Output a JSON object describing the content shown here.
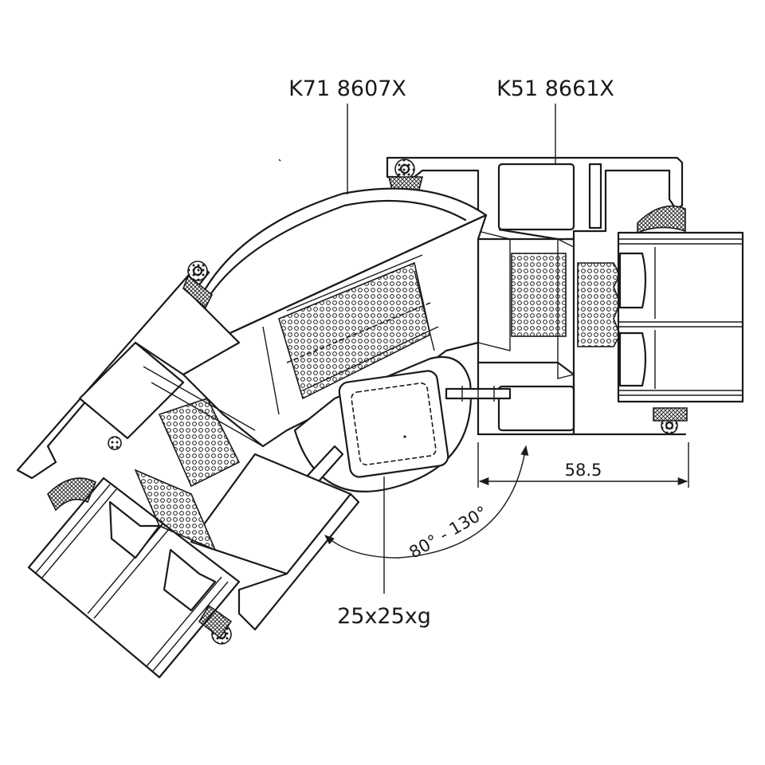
{
  "labels": {
    "profile_left": "K71 8607X",
    "profile_right": "K51 8661X",
    "corner_post": "25x25xg",
    "dimension": "58.5",
    "angle_range": "80° - 130°"
  },
  "colors": {
    "line": "#1a1a1a",
    "background": "#ffffff"
  }
}
